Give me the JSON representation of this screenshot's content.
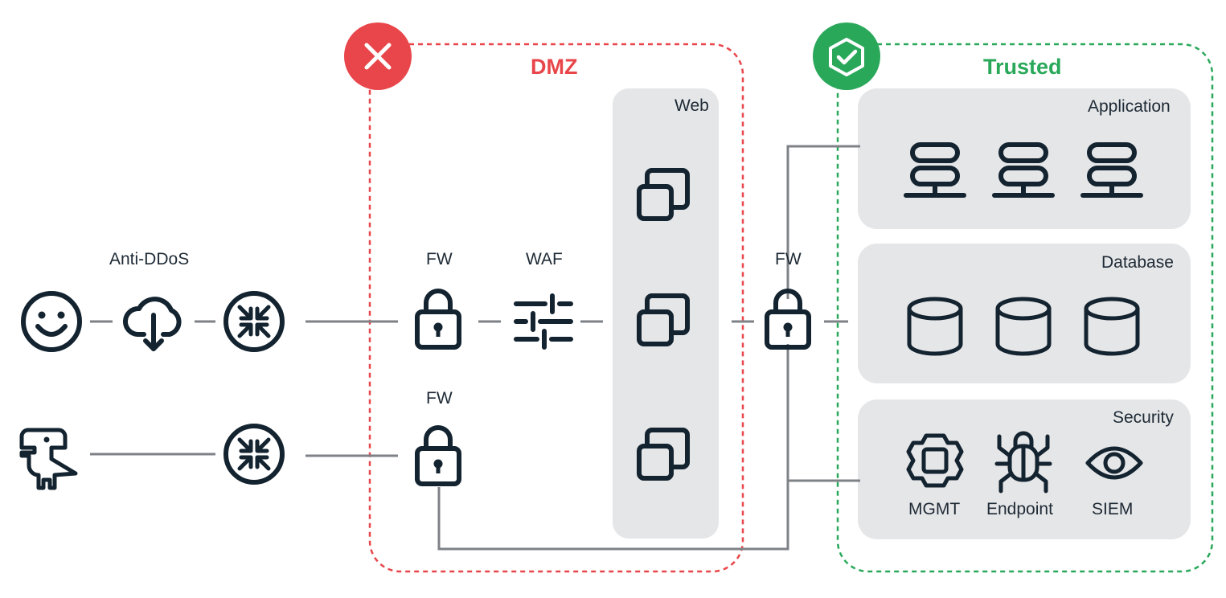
{
  "zones": {
    "dmz": {
      "title": "DMZ",
      "color": "#e8464a",
      "badge_icon": "close-icon"
    },
    "trusted": {
      "title": "Trusted",
      "color": "#2aa85a",
      "badge_icon": "shield-check-icon"
    }
  },
  "groups": {
    "web": {
      "title": "Web"
    },
    "application": {
      "title": "Application"
    },
    "database": {
      "title": "Database"
    },
    "security": {
      "title": "Security"
    }
  },
  "labels": {
    "anti_ddos": "Anti-DDoS",
    "fw_main": "FW",
    "waf": "WAF",
    "fw_bottom": "FW",
    "fw_trusted": "FW",
    "mgmt": "MGMT",
    "endpoint": "Endpoint",
    "siem": "SIEM"
  },
  "icons": {
    "user": "smiley-icon",
    "attacker": "dinosaur-icon",
    "anti_ddos": "cloud-download-icon",
    "router": "router-icon",
    "firewall": "lock-icon",
    "waf": "sliders-icon",
    "web_server": "window-stack-icon",
    "app_server": "server-icon",
    "database": "database-icon",
    "mgmt": "gear-chip-icon",
    "endpoint": "bug-icon",
    "siem": "eye-icon"
  }
}
